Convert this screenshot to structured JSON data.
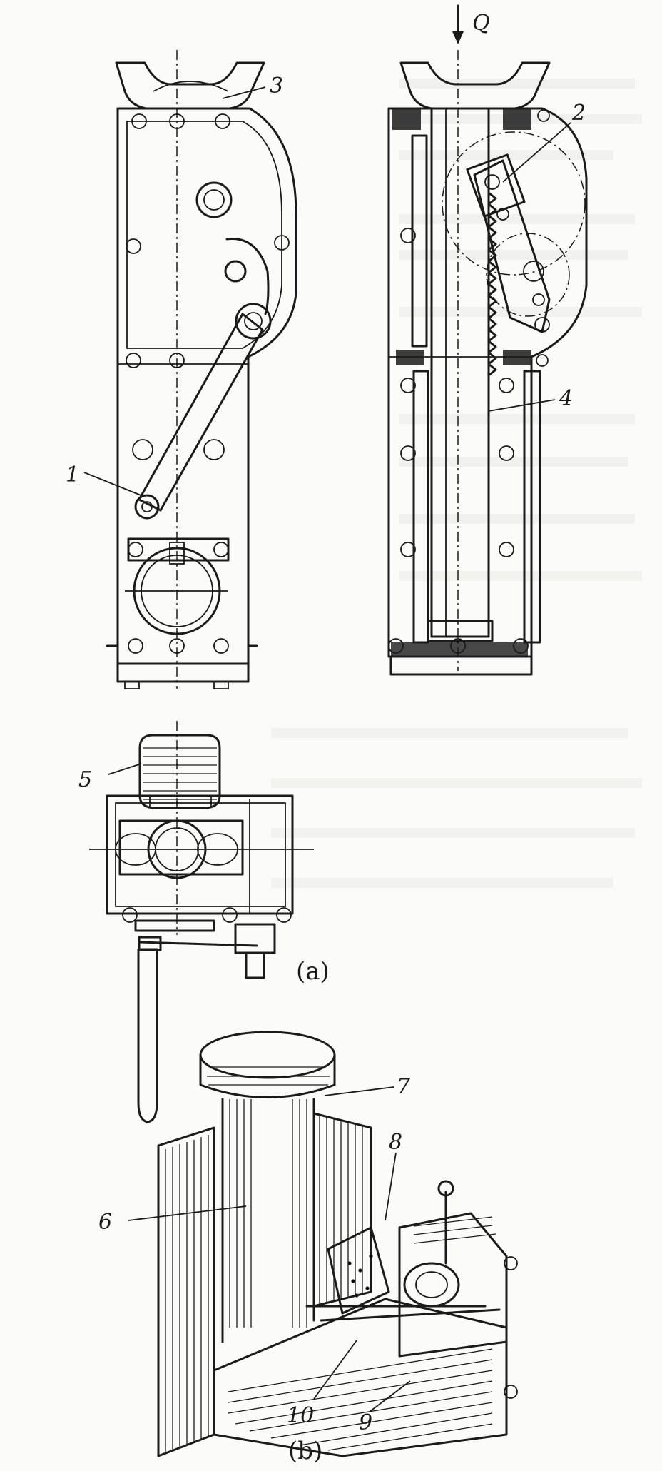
{
  "labels": {
    "l1": "1",
    "l2": "2",
    "l3": "3",
    "l4": "4",
    "l5": "5",
    "l6": "6",
    "l7": "7",
    "l8": "8",
    "l9": "9",
    "l10": "10",
    "load": "Q"
  },
  "captions": {
    "a": "(a)",
    "b": "(b)"
  },
  "colors": {
    "ink": "#1b1b1b",
    "paper": "#fbfbf9"
  }
}
